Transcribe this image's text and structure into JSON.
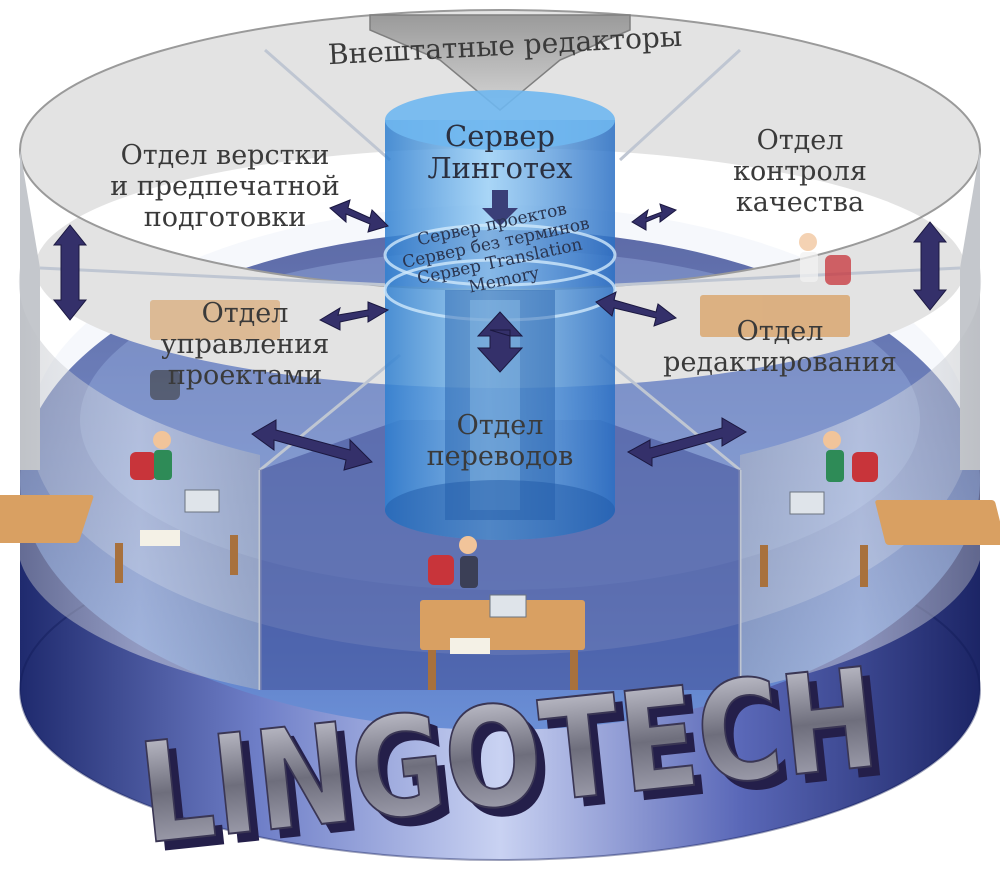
{
  "diagram": {
    "top_label": "Внештатные редакторы",
    "server_label": "Сервер\nЛинготех",
    "server_subsystems": "Сервер проектов\nСервер без терминов\nСервер Translation\nMemory",
    "departments": {
      "layout": "Отдел верстки\nи предпечатной\nподготовки",
      "quality": "Отдел\nконтроля\nкачества",
      "projects": "Отдел\nуправления\nпроектами",
      "editing": "Отдел\nредактирования",
      "translation": "Отдел\nпереводов"
    },
    "logo_text": "LINGOTECH"
  },
  "colors": {
    "ring_top": "#e4e4e4",
    "ring_wall": "#cfd2d6",
    "floor_blue": "#5b83c9",
    "floor_dark": "#36458c",
    "server_blue": "#4a9ee0",
    "arrow_fill": "#34306a",
    "desk_wood": "#d9a062",
    "chair_red": "#c8343a",
    "logo_metal": "#7a7a88"
  }
}
